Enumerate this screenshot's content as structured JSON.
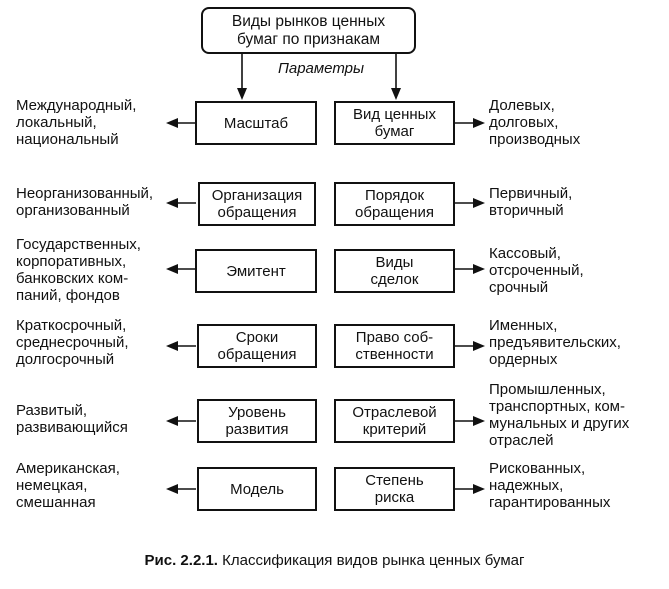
{
  "top": {
    "title": "Виды рынков ценных\nбумаг по признакам"
  },
  "parameters_label": "Параметры",
  "left_column": [
    {
      "param": "Масштаб",
      "values": "Международный,\nлокальный,\nнациональный"
    },
    {
      "param": "Организация\nобращения",
      "values": "Неорганизованный,\nорганизованный"
    },
    {
      "param": "Эмитент",
      "values": "Государственных,\nкорпоративных,\nбанковских ком-\nпаний, фондов"
    },
    {
      "param": "Сроки\nобращения",
      "values": "Краткосрочный,\nсреднесрочный,\nдолгосрочный"
    },
    {
      "param": "Уровень\nразвития",
      "values": "Развитый,\nразвивающийся"
    },
    {
      "param": "Модель",
      "values": "Американская,\nнемецкая,\nсмешанная"
    }
  ],
  "right_column": [
    {
      "param": "Вид ценных\nбумаг",
      "values": "Долевых,\nдолговых,\nпроизводных"
    },
    {
      "param": "Порядок\nобращения",
      "values": "Первичный,\nвторичный"
    },
    {
      "param": "Виды\nсделок",
      "values": "Кассовый,\nотсроченный,\nсрочный"
    },
    {
      "param": "Право соб-\nственности",
      "values": "Именных,\nпредъявительских,\nордерных"
    },
    {
      "param": "Отраслевой\nкритерий",
      "values": "Промышленных,\nтранспортных, ком-\nмунальных и других\nотраслей"
    },
    {
      "param": "Степень\nриска",
      "values": "Рискованных,\nнадежных,\nгарантированных"
    }
  ],
  "caption": {
    "label": "Рис. 2.2.1.",
    "text": "Классификация видов рынка ценных бумаг"
  }
}
